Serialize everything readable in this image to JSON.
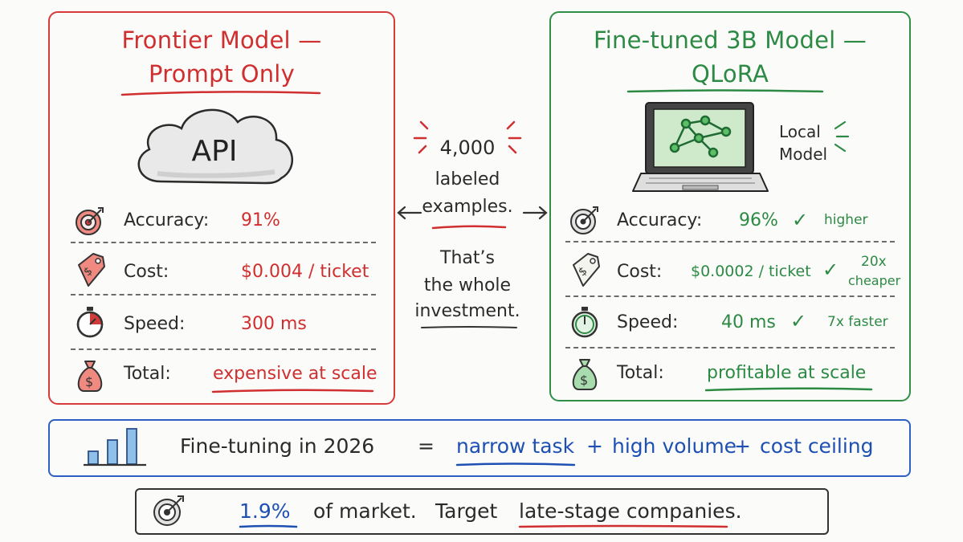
{
  "left": {
    "title_line1": "Frontier Model —",
    "title_line2": "Prompt Only",
    "cloud_label": "API",
    "rows": [
      {
        "label": "Accuracy:",
        "value": "91%"
      },
      {
        "label": "Cost:",
        "value": "$0.004 / ticket"
      },
      {
        "label": "Speed:",
        "value": "300 ms"
      },
      {
        "label": "Total:",
        "value": "expensive at scale"
      }
    ]
  },
  "center": {
    "line1": "4,000",
    "line2": "labeled",
    "line3": "examples.",
    "line4": "That’s",
    "line5": "the whole",
    "line6": "investment."
  },
  "right": {
    "title_line1": "Fine-tuned 3B Model —",
    "title_line2": "QLoRA",
    "local_line1": "Local",
    "local_line2": "Model",
    "rows": [
      {
        "label": "Accuracy:",
        "value": "96%",
        "note": "higher"
      },
      {
        "label": "Cost:",
        "value": "$0.0002 / ticket",
        "note_line1": "20x",
        "note_line2": "cheaper"
      },
      {
        "label": "Speed:",
        "value": "40 ms",
        "note": "7x faster"
      },
      {
        "label": "Total:",
        "value": "profitable at scale"
      }
    ],
    "check": "✓"
  },
  "formula": {
    "lhs": "Fine-tuning in 2026",
    "eq": "=",
    "term1": "narrow task",
    "plus1": "+",
    "term2": "high volume",
    "plus2": "+",
    "term3": "cost ceiling"
  },
  "footer": {
    "pct": "1.9%",
    "mid": "of market.",
    "lead": "Target",
    "target": "late-stage companies."
  },
  "colors": {
    "red": "#d02f2f",
    "green": "#2d8a45",
    "blue": "#1e4fb3"
  },
  "icons": [
    "target-icon",
    "price-tag-icon",
    "stopwatch-icon",
    "money-bag-icon",
    "cloud-icon",
    "laptop-icon",
    "bar-chart-icon",
    "arrow-left-icon",
    "arrow-right-icon"
  ]
}
